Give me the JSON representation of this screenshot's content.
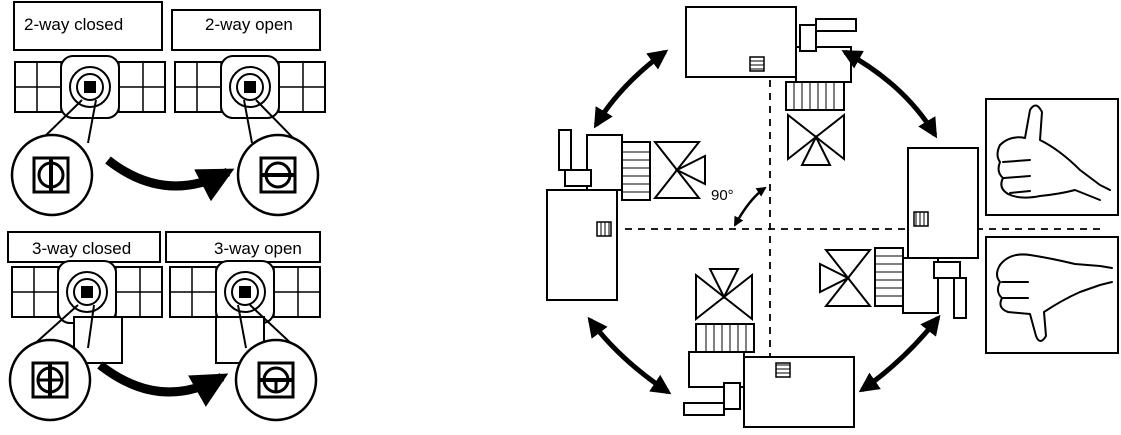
{
  "labels": {
    "two_way_closed": "2-way closed",
    "two_way_open": "2-way open",
    "three_way_closed": "3-way closed",
    "three_way_open": "3-way open",
    "angle": "90°"
  },
  "colors": {
    "ink": "#000000",
    "paper": "#ffffff"
  },
  "icons": {
    "thumbs_up": "thumbs-up-icon",
    "thumbs_down": "thumbs-down-icon"
  }
}
